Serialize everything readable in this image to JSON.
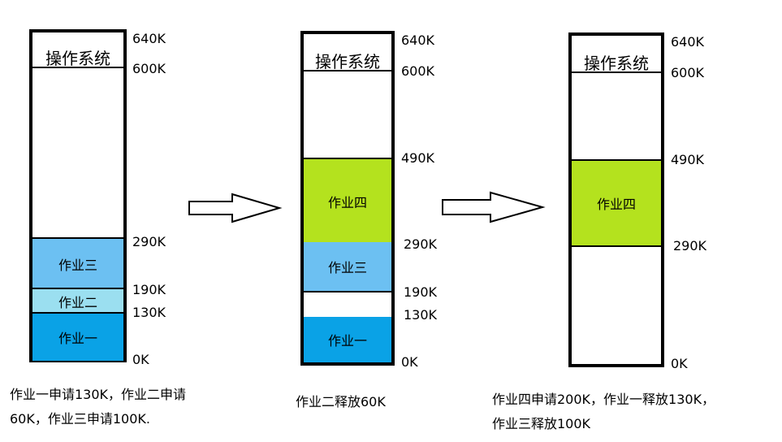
{
  "os_label": "操作系统",
  "diagrams": [
    {
      "ticks": [
        "640K",
        "600K",
        "290K",
        "190K",
        "130K",
        "0K"
      ],
      "blocks": [
        "作业三",
        "作业二",
        "作业一"
      ],
      "caption_line1": "作业一申请130K，作业二申请",
      "caption_line2": "60K，作业三申请100K."
    },
    {
      "ticks": [
        "640K",
        "600K",
        "490K",
        "290K",
        "190K",
        "130K",
        "0K"
      ],
      "blocks": [
        "作业四",
        "作业三",
        "作业一"
      ],
      "caption_line1": "作业二释放60K"
    },
    {
      "ticks": [
        "640K",
        "600K",
        "490K",
        "290K",
        "0K"
      ],
      "blocks": [
        "作业四"
      ],
      "caption_line1": "作业四申请200K，作业一释放130K，",
      "caption_line2": "作业三释放100K"
    }
  ],
  "colors": {
    "job1": "#0aa2e6",
    "job2": "#9bdff0",
    "job3": "#6cc0f2",
    "job4": "#b4e21e"
  }
}
